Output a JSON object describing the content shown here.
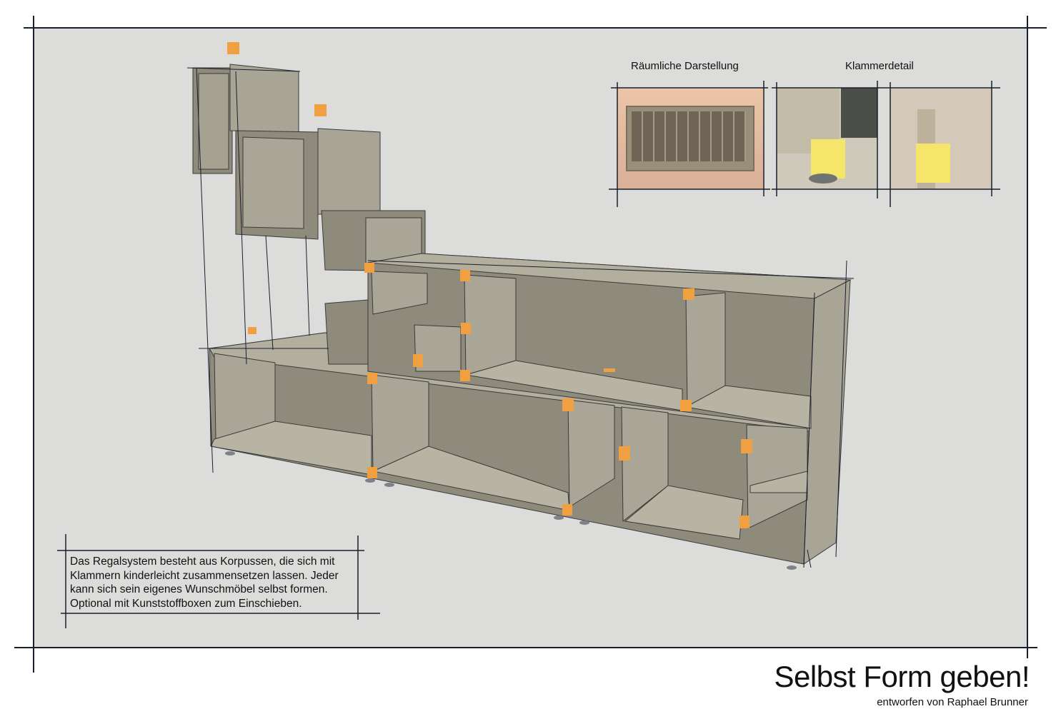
{
  "header": {
    "spatial_label": "Räumliche Darstellung",
    "clip_label": "Klammerdetail"
  },
  "description": "Das Regalsystem besteht aus Korpussen, die sich mit Klammern kinderleicht zusammensetzen lassen. Jeder kann sich sein eigenes Wunschmöbel selbst formen. Optional mit Kunststoffboxen zum Einschieben.",
  "footer": {
    "title": "Selbst Form geben!",
    "author": "entworfen von Raphael Brunner"
  },
  "colors": {
    "panel": "#dcdddb",
    "wood": "#aaa696",
    "clip": "#f0a040",
    "detail_clip": "#f5e56a"
  }
}
